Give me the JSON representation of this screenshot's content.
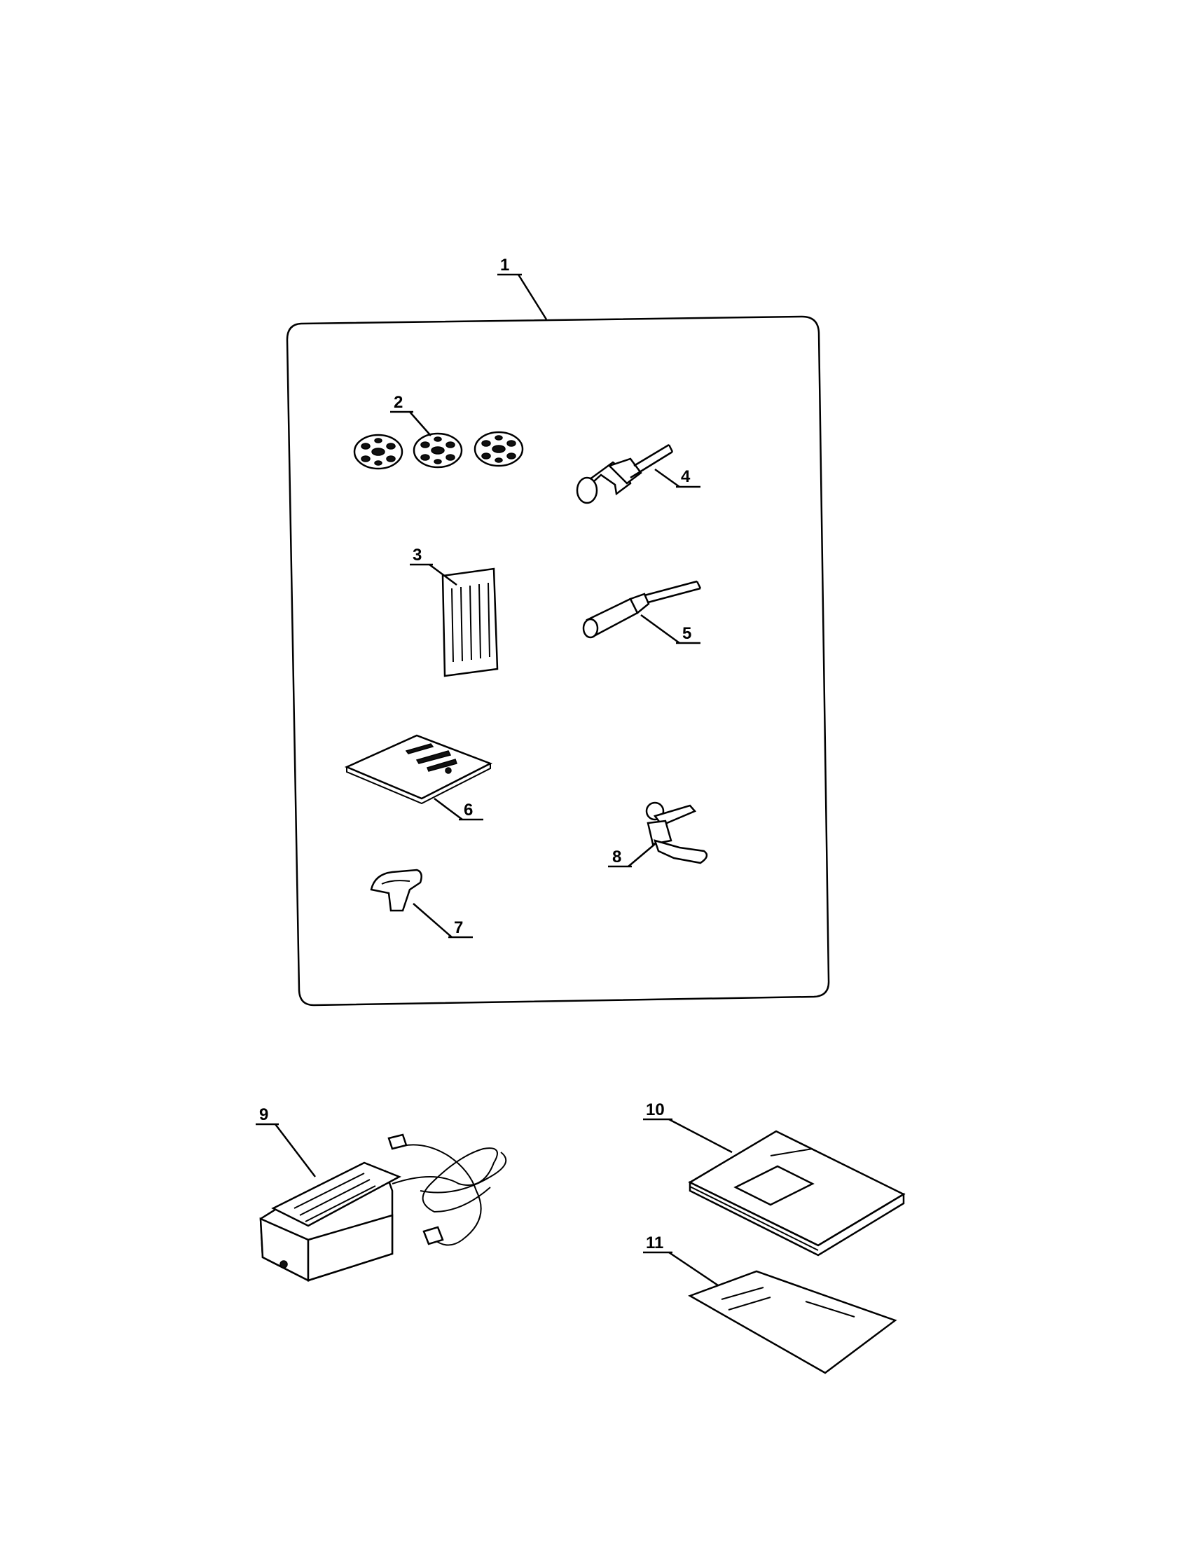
{
  "parts": [
    {
      "id": "accessory-box",
      "label": "1"
    },
    {
      "id": "bobbins",
      "label": "2"
    },
    {
      "id": "needles",
      "label": "3"
    },
    {
      "id": "large-screwdriver",
      "label": "4"
    },
    {
      "id": "small-screwdriver",
      "label": "5"
    },
    {
      "id": "needle-plate",
      "label": "6"
    },
    {
      "id": "presser-foot-small",
      "label": "7"
    },
    {
      "id": "zipper-foot",
      "label": "8"
    },
    {
      "id": "foot-controller",
      "label": "9"
    },
    {
      "id": "instruction-manual",
      "label": "10"
    },
    {
      "id": "warranty-card",
      "label": "11"
    }
  ]
}
